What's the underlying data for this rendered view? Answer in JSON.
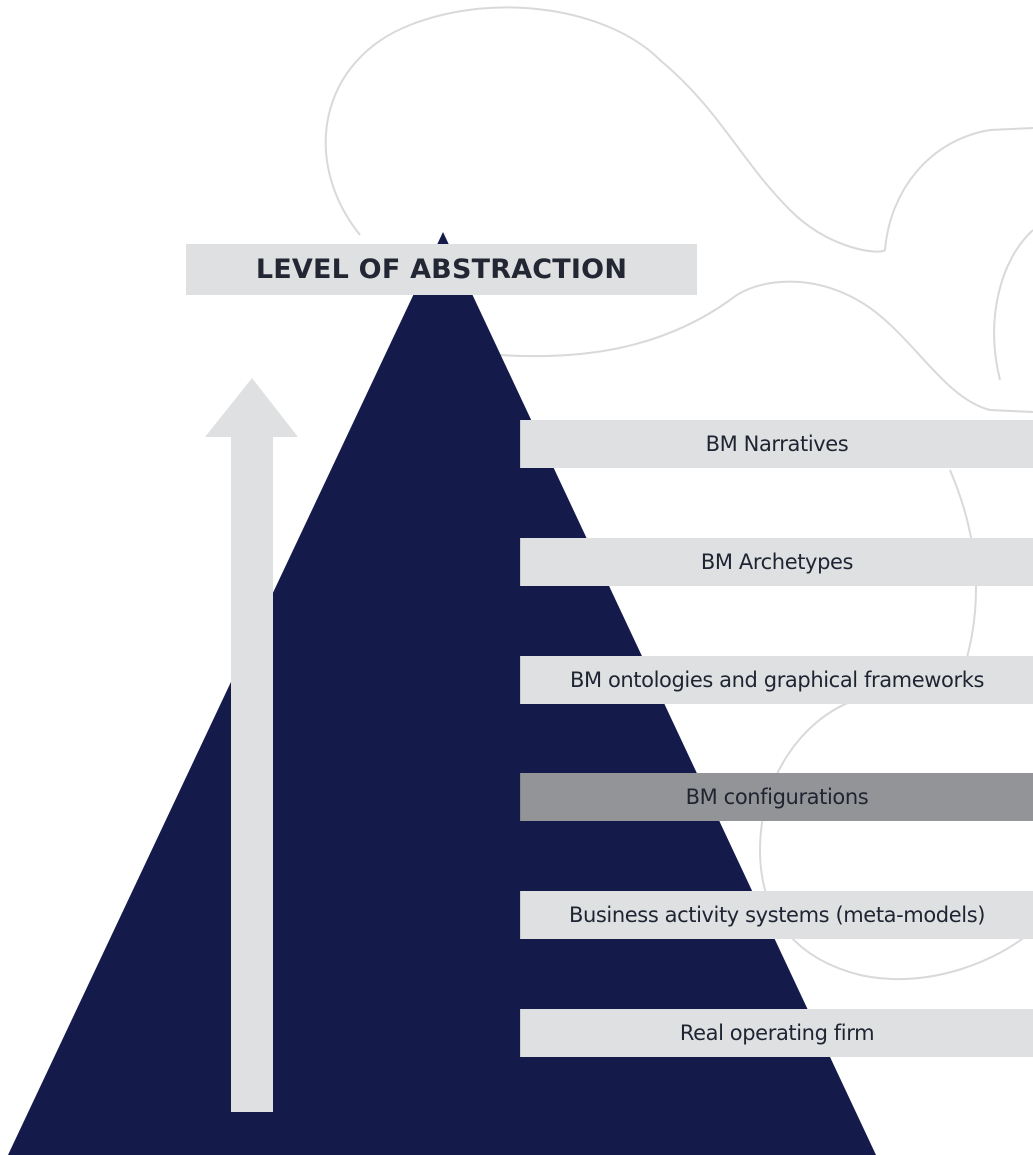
{
  "title": "LEVEL OF ABSTRACTION",
  "levels": [
    {
      "label": "BM Narratives"
    },
    {
      "label": "BM Archetypes"
    },
    {
      "label": "BM ontologies and graphical frameworks"
    },
    {
      "label": "BM configurations",
      "highlighted": true
    },
    {
      "label": "Business activity systems (meta-models)"
    },
    {
      "label": "Real operating firm"
    }
  ],
  "colors": {
    "pyramid": "#141b4b",
    "label_bg": "#dfe0e2",
    "highlight_bg": "#939498",
    "arrow": "#dfe0e2",
    "cloud_line": "#d9d9dc"
  }
}
